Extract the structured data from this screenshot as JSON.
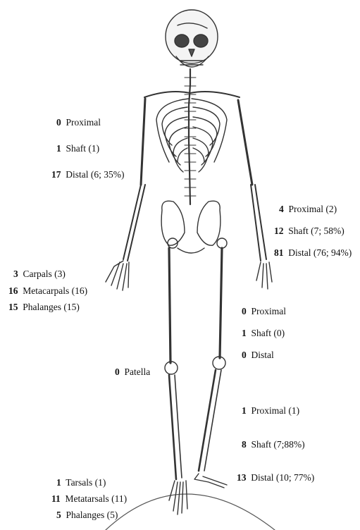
{
  "labels": {
    "humerus": [
      {
        "count": "0",
        "text": "Proximal"
      },
      {
        "count": "1",
        "text": "Shaft (1)"
      },
      {
        "count": "17",
        "text": "Distal (6; 35%)"
      }
    ],
    "radius_ulna": [
      {
        "count": "4",
        "text": "Proximal (2)"
      },
      {
        "count": "12",
        "text": "Shaft (7; 58%)"
      },
      {
        "count": "81",
        "text": "Distal (76; 94%)"
      }
    ],
    "hand": [
      {
        "count": "3",
        "text": "Carpals (3)"
      },
      {
        "count": "16",
        "text": "Metacarpals (16)"
      },
      {
        "count": "15",
        "text": "Phalanges (15)"
      }
    ],
    "femur": [
      {
        "count": "0",
        "text": "Proximal"
      },
      {
        "count": "1",
        "text": "Shaft (0)"
      },
      {
        "count": "0",
        "text": "Distal"
      }
    ],
    "patella": [
      {
        "count": "0",
        "text": "Patella"
      }
    ],
    "tibia_fibula": [
      {
        "count": "1",
        "text": "Proximal (1)"
      },
      {
        "count": "8",
        "text": "Shaft (7;88%)"
      },
      {
        "count": "13",
        "text": "Distal (10; 77%)"
      }
    ],
    "foot": [
      {
        "count": "1",
        "text": "Tarsals (1)"
      },
      {
        "count": "11",
        "text": "Metatarsals (11)"
      },
      {
        "count": "5",
        "text": "Phalanges (5)"
      }
    ]
  }
}
